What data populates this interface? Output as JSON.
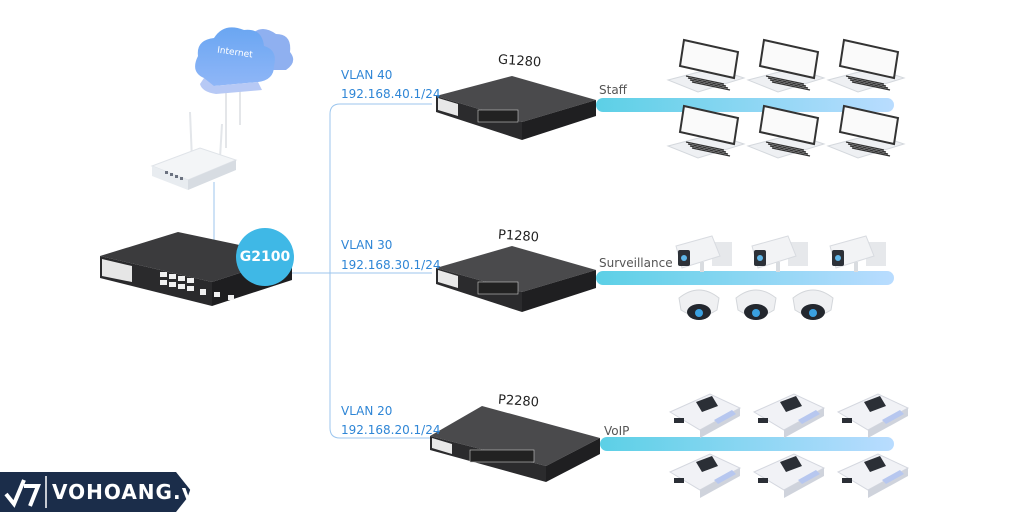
{
  "internet": {
    "label": "Internet"
  },
  "core_switch": {
    "model": "G2100",
    "badge_color": "#3fb8e6"
  },
  "branches": [
    {
      "vlan": "VLAN 40",
      "subnet": "192.168.40.1/24",
      "switch_model": "G1280",
      "group": "Staff",
      "device_type": "laptop",
      "device_count": 6
    },
    {
      "vlan": "VLAN 30",
      "subnet": "192.168.30.1/24",
      "switch_model": "P1280",
      "group": "Surveillance",
      "device_type": "camera",
      "device_count": 6
    },
    {
      "vlan": "VLAN 20",
      "subnet": "192.168.20.1/24",
      "switch_model": "P2280",
      "group": "VoIP",
      "device_type": "ip-phone",
      "device_count": 6
    }
  ],
  "colors": {
    "vlan_text": "#2f86d6",
    "link_line": "#9cc6ee",
    "bus_start": "#5cd0e6",
    "bus_end": "#b9dcff",
    "logo_bg": "#1b2d4a"
  },
  "watermark": {
    "text": "VOHOANG.vn"
  }
}
